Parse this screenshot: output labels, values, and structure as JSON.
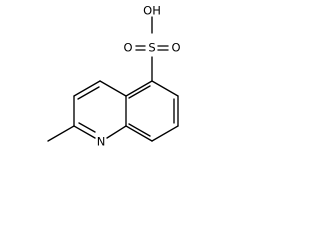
{
  "molecule": {
    "atoms": {
      "hydroxyl": "OH",
      "sulfur": "S",
      "oxo_left": "O",
      "oxo_right": "O",
      "nitrogen": "N"
    }
  }
}
